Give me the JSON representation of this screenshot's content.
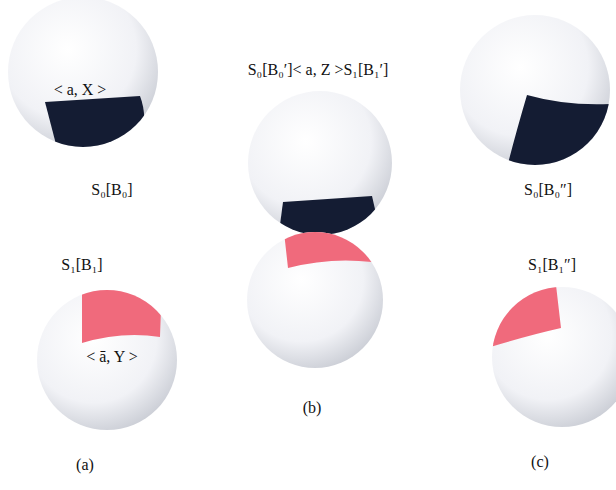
{
  "diagram": {
    "labels": [
      "< a, X >",
      "S₀[B₀]",
      "S₁[B₁]",
      "< ā, Y >",
      "(a)",
      "S₀[B₀′]< a, Z >S₁[B₁′]",
      "(b)",
      "S₀[B₀″]",
      "S₁[B₁″]",
      "(c)"
    ]
  }
}
